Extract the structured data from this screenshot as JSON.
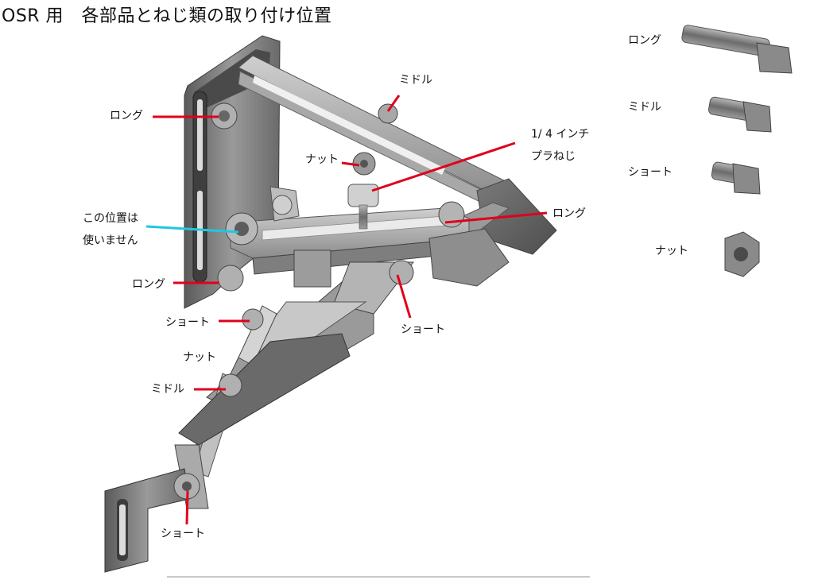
{
  "title": "OSR 用　各部品とねじ類の取り付け位置",
  "labels": {
    "long_top_left": "ロング",
    "middle_top": "ミドル",
    "quarter_inch_line1": "1/ 4 インチ",
    "quarter_inch_line2": "プラねじ",
    "nut_top": "ナット",
    "unused_line1": "この位置は",
    "unused_line2": "使いません",
    "long_right": "ロング",
    "long_left_lower": "ロング",
    "short_left": "ショート",
    "short_center": "ショート",
    "nut_lower": "ナット",
    "middle_lower": "ミドル",
    "short_bottom": "ショート"
  },
  "legend": {
    "long": "ロング",
    "middle": "ミドル",
    "short": "ショート",
    "nut": "ナット"
  },
  "colors": {
    "leader_red": "#e0001b",
    "leader_cyan": "#1ec8e0",
    "part_gray": "#8a8a8a"
  }
}
